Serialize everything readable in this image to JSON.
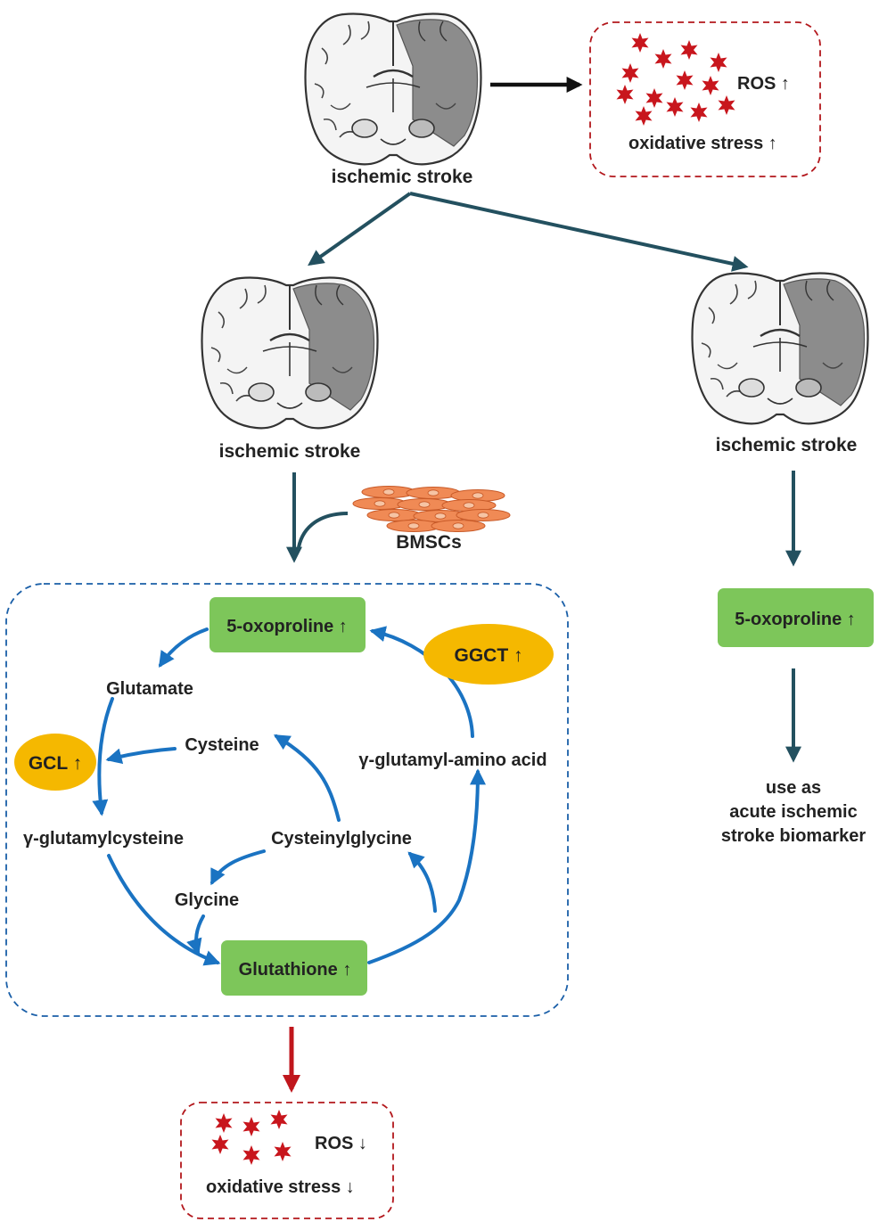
{
  "colors": {
    "teal_arrow": "#23505f",
    "blue_cycle": "#1a73c2",
    "red_arrow": "#c0161c",
    "green_box": "#7dc65a",
    "gold_ellipse": "#f5b800",
    "ros_star": "#c8161d",
    "brain_lesion": "#8c8c8c",
    "cell_orange": "#f08a55"
  },
  "brains": {
    "top_label": "ischemic stroke",
    "left_label": "ischemic stroke",
    "right_label": "ischemic stroke"
  },
  "top_ros_box": {
    "ros_label": "ROS",
    "ros_arrow": "↑",
    "stress_label": "oxidative stress",
    "stress_arrow": "↑"
  },
  "bottom_ros_box": {
    "ros_label": "ROS",
    "ros_arrow": "↓",
    "stress_label": "oxidative stress",
    "stress_arrow": "↓"
  },
  "bmscs": {
    "label": "BMSCs"
  },
  "cycle": {
    "oxoproline": {
      "label": "5-oxoproline",
      "arrow": "↑"
    },
    "glutathione": {
      "label": "Glutathione",
      "arrow": "↑"
    },
    "ggct": {
      "label": "GGCT",
      "arrow": "↑"
    },
    "gcl": {
      "label": "GCL",
      "arrow": "↑"
    },
    "glutamate": "Glutamate",
    "cysteine": "Cysteine",
    "gamma_glutamylcysteine": "γ-glutamylcysteine",
    "cysteinylglycine": "Cysteinylglycine",
    "glycine": "Glycine",
    "gamma_glutamyl_amino_acid": "γ-glutamyl-amino acid"
  },
  "right_branch": {
    "oxoproline": {
      "label": "5-oxoproline",
      "arrow": "↑"
    },
    "biomarker_lines": [
      "use as",
      "acute ischemic",
      "stroke biomarker"
    ]
  }
}
